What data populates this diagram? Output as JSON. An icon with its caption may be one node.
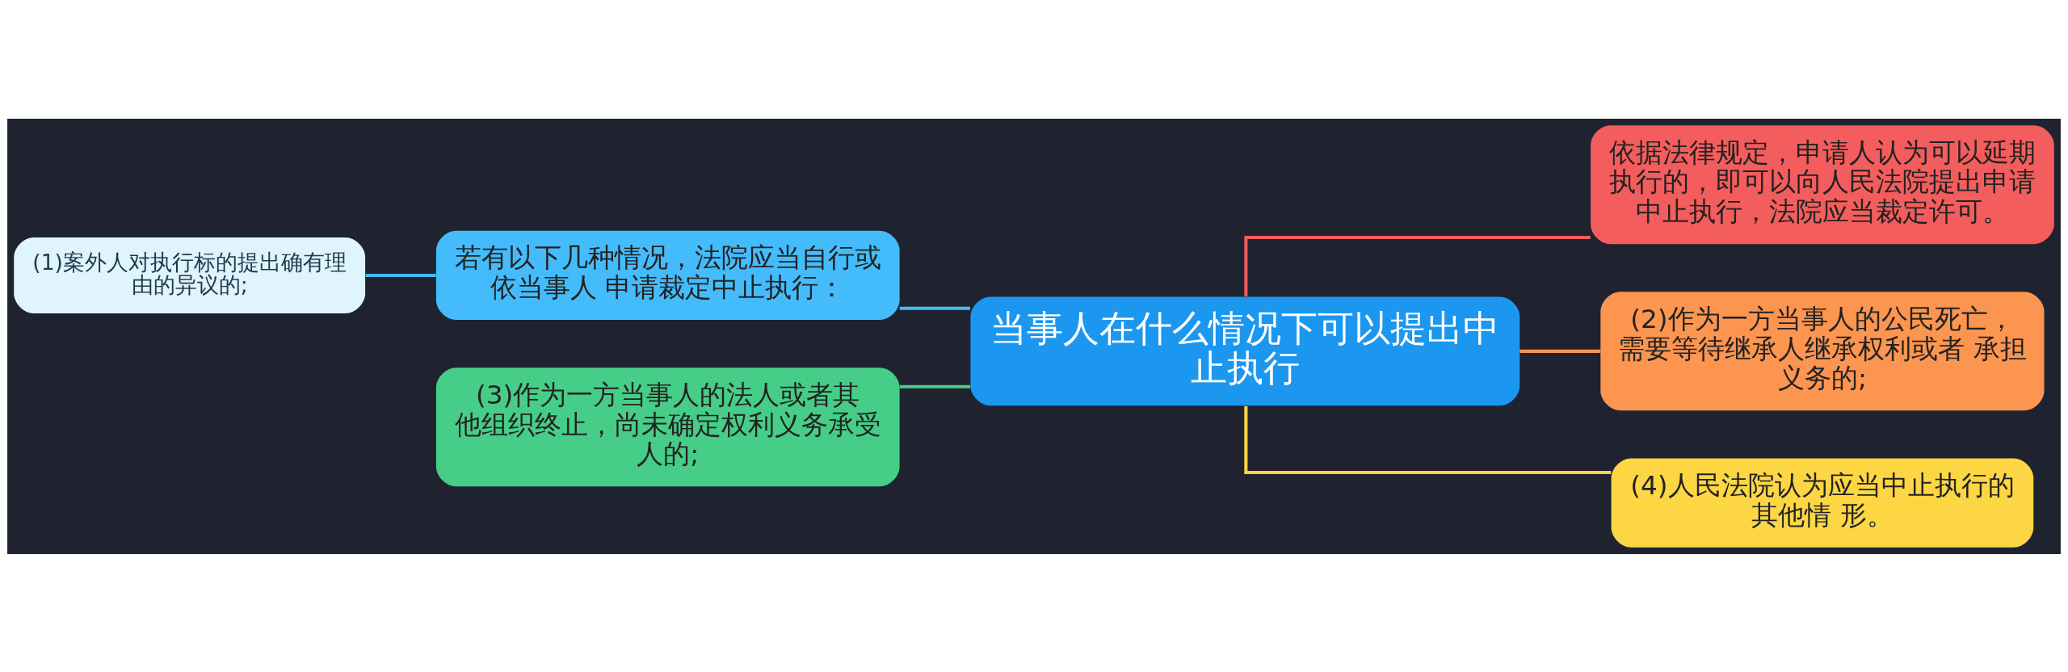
{
  "diagram": {
    "nodes": [
      {
        "text": [
          "当事人在什么情况下可以提出中止执行"
        ]
      },
      {
        "text": [
          "若有以下几种情况，法院应当自行或依当事人 申请裁定中止执行："
        ]
      },
      {
        "text": [
          "(1)案外人对执行标的提出确有理由的异议的;"
        ]
      },
      {
        "text": [
          "(3)作为一方当事人的法人或者其他组织终止，尚未确定权利义务承受人的;"
        ]
      },
      {
        "text": [
          "依据法律规定，申请人认为可以延期执行的，即可以向人民法院提出申请中止执行，法院应当裁定许可。"
        ]
      },
      {
        "text": [
          "(2)作为一方当事人的公民死亡，需要等待继承人继承权利或者 承担义务的;"
        ]
      },
      {
        "text": [
          "(4)人民法院认为应当中止执行的其他情 形。"
        ]
      }
    ],
    "edges": [
      {
        "from": 0,
        "to": 1,
        "arrow": "none",
        "color": "#44bcfb"
      },
      {
        "from": 1,
        "to": 2,
        "arrow": "none",
        "color": "#44bcfb"
      },
      {
        "from": 0,
        "to": 3,
        "arrow": "none",
        "color": "#46cd87"
      },
      {
        "from": 0,
        "to": 4,
        "arrow": "none",
        "color": "#f45d5d"
      },
      {
        "from": 0,
        "to": 5,
        "arrow": "none",
        "color": "#fc9550"
      },
      {
        "from": 0,
        "to": 6,
        "arrow": "none",
        "color": "#fdd644"
      }
    ]
  }
}
